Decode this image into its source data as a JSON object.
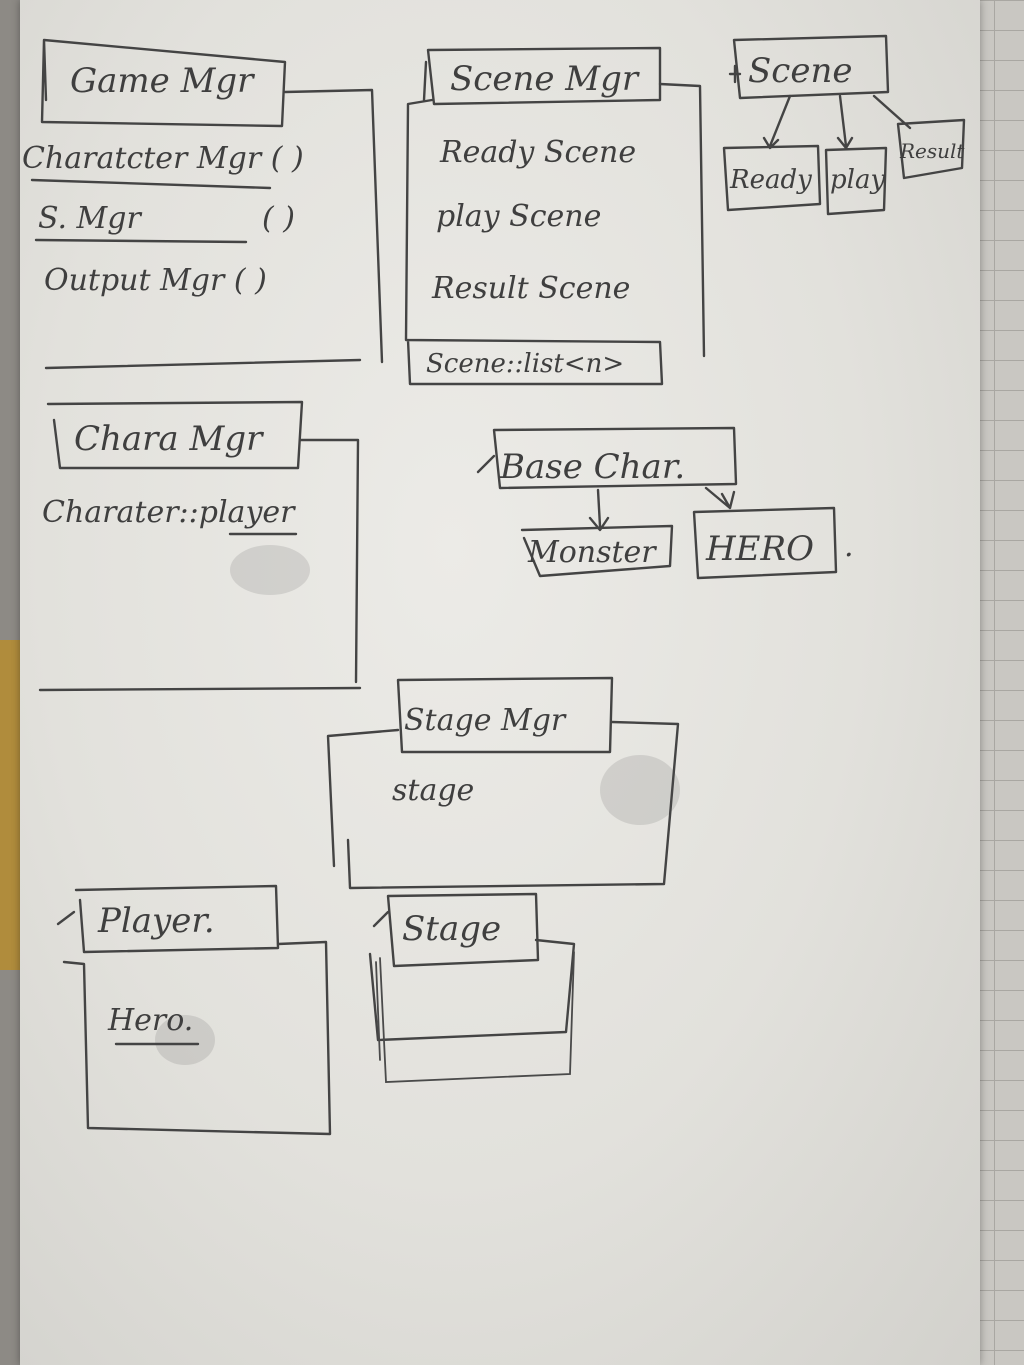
{
  "game_mgr": {
    "title": "Game Mgr",
    "members": [
      "Charatcter Mgr ( )",
      "S. Mgr",
      "( )",
      "Output Mgr ( )"
    ]
  },
  "scene_mgr": {
    "title": "Scene Mgr",
    "members": [
      "Ready Scene",
      "play Scene",
      "Result Scene"
    ],
    "list": "Scene::list<n>"
  },
  "scene": {
    "title": "Scene",
    "children": [
      "Ready",
      "play",
      "Result"
    ]
  },
  "chara_mgr": {
    "title": "Chara Mgr",
    "member": "Charater::player"
  },
  "base_char": {
    "title": "Base Char.",
    "children": [
      "Monster",
      "HERO"
    ],
    "note": "."
  },
  "stage_mgr": {
    "title": "Stage Mgr",
    "member": "stage"
  },
  "player": {
    "title": "Player.",
    "member": "Hero."
  },
  "stage": {
    "title": "Stage"
  }
}
